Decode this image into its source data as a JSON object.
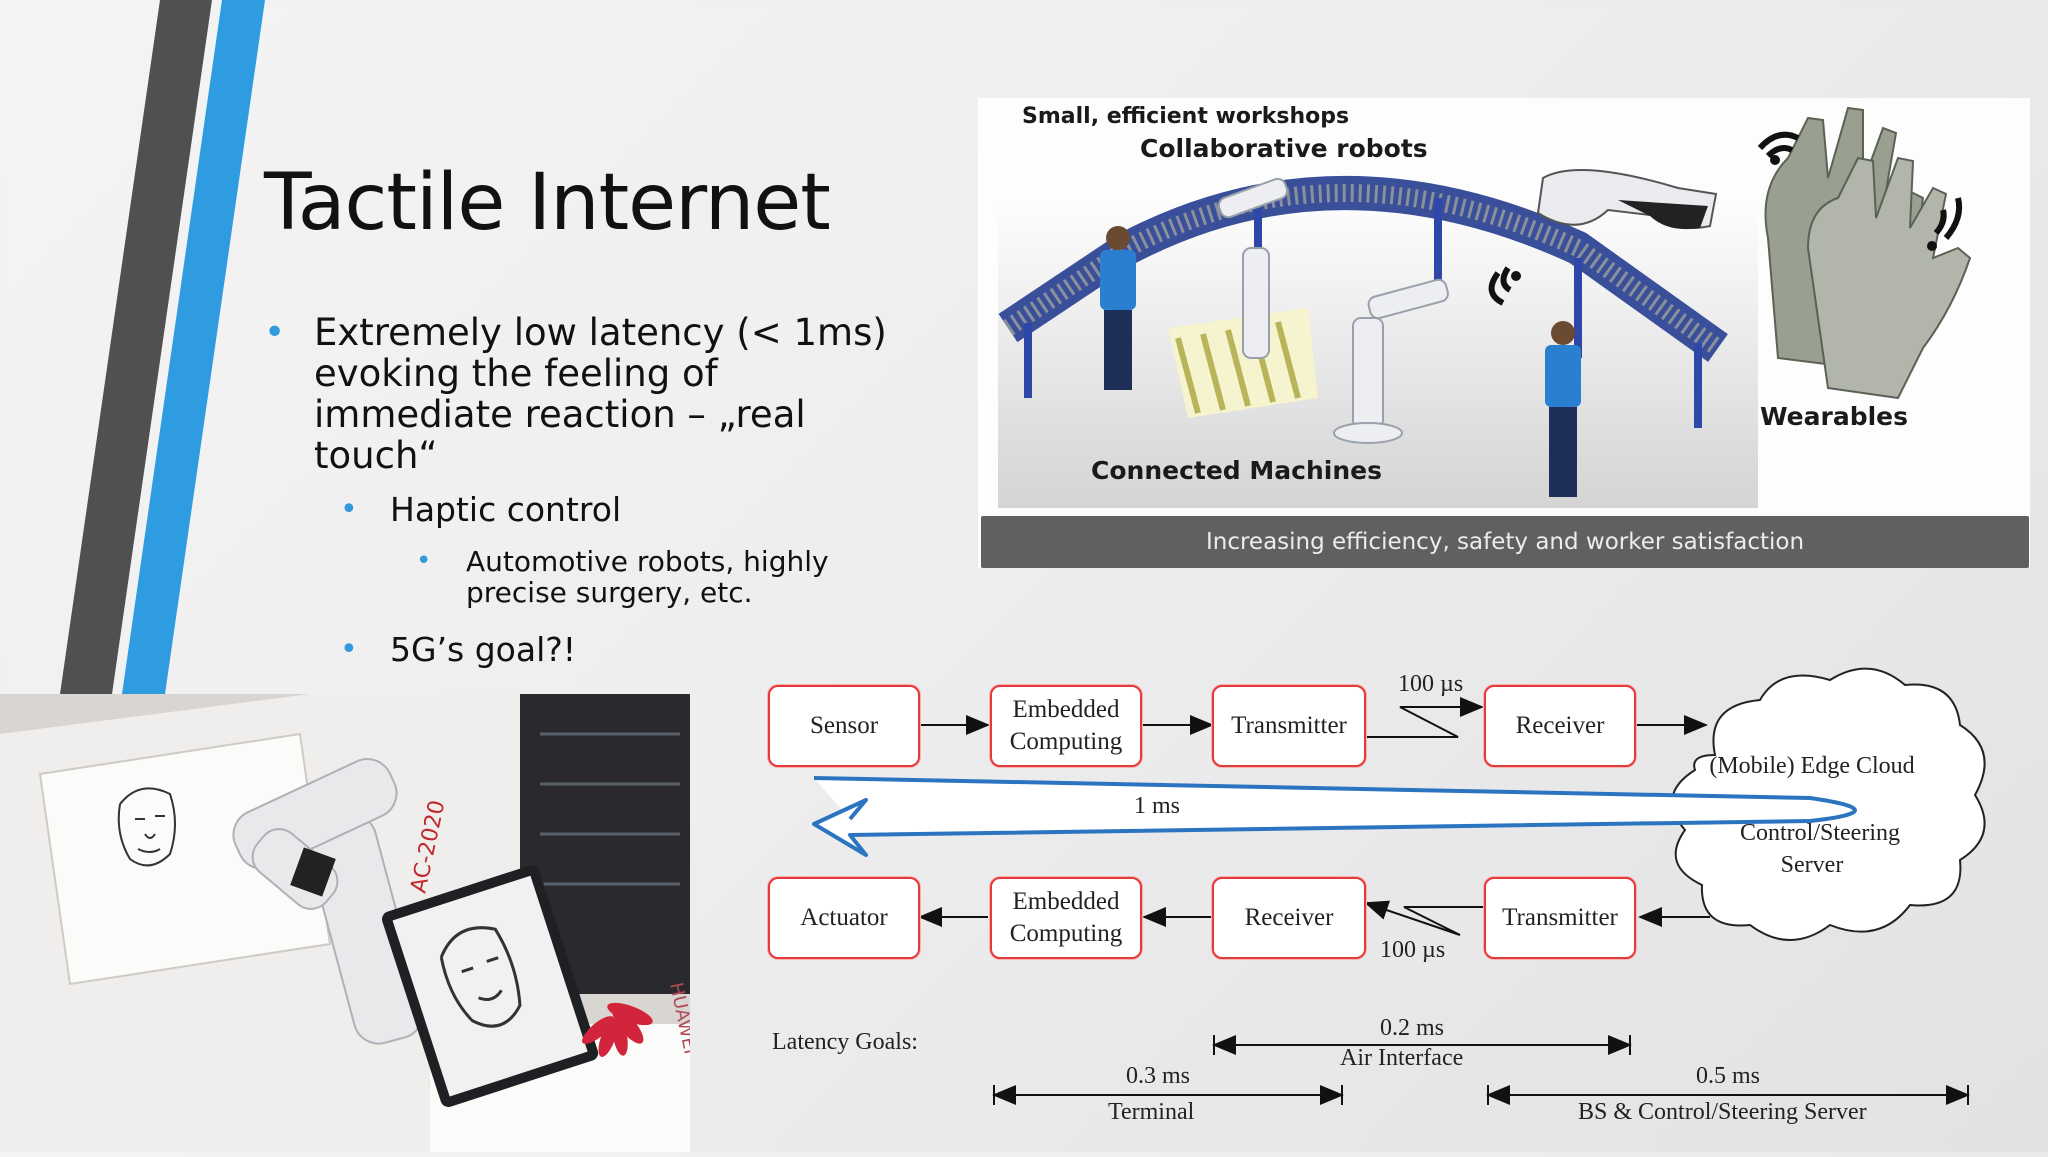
{
  "slide": {
    "title": "Tactile Internet",
    "bullets": [
      {
        "level": 1,
        "text": "Extremely low latency (< 1ms) evoking the feeling of immediate reaction – „real touch“"
      },
      {
        "level": 2,
        "text": "Haptic control"
      },
      {
        "level": 3,
        "text": "Automotive robots, highly precise surgery, etc."
      },
      {
        "level": 2,
        "text": "5G’s goal?!"
      }
    ],
    "accent_color": "#3399dd"
  },
  "industry_image": {
    "top_label": "Small, efficient workshops",
    "robots_label": "Collaborative robots",
    "machines_label": "Connected Machines",
    "wearables_label": "Wearables",
    "caption": "Increasing efficiency, safety and worker satisfaction"
  },
  "robot_photo": {
    "arm_label": "AC-2020",
    "brand_label": "HUAWEI"
  },
  "diagram": {
    "top_row": [
      "Sensor",
      "Embedded Computing",
      "Transmitter",
      "Receiver"
    ],
    "bottom_row": [
      "Actuator",
      "Embedded Computing",
      "Receiver",
      "Transmitter"
    ],
    "top_air_latency": "100 µs",
    "bottom_air_latency": "100 µs",
    "loop_latency": "1 ms",
    "cloud_title": "(Mobile) Edge Cloud",
    "cloud_server": "Control/Steering Server",
    "latency_goals_label": "Latency Goals:",
    "goals": [
      {
        "value": "0.2 ms",
        "label": "Air Interface"
      },
      {
        "value": "0.3 ms",
        "label": "Terminal"
      },
      {
        "value": "0.5 ms",
        "label": "BS & Control/Steering Server"
      }
    ]
  }
}
